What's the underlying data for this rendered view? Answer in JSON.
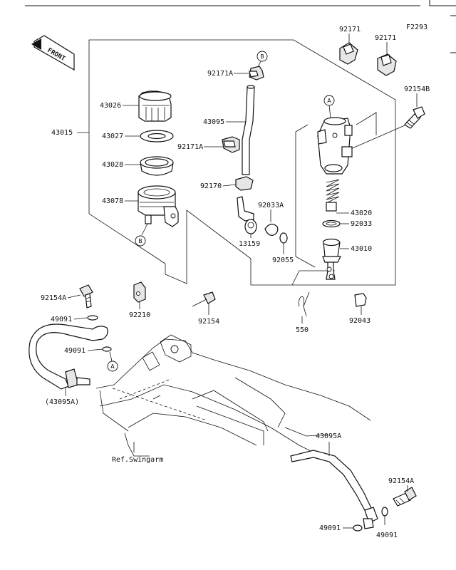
{
  "figure_code": "F2293",
  "front_label": "FRONT",
  "ref_label": "Ref.Swingarm",
  "parts": {
    "p43015": "43015",
    "p43026": "43026",
    "p43027": "43027",
    "p43028": "43028",
    "p43078": "43078",
    "p92171A_top": "92171A",
    "p43095": "43095",
    "p92171A_mid": "92171A",
    "p92170": "92170",
    "p13159": "13159",
    "p92033A": "92033A",
    "p92055": "92055",
    "p92171_a": "92171",
    "p92171_b": "92171",
    "p92154B": "92154B",
    "p43020": "43020",
    "p92033": "92033",
    "p43010": "43010",
    "p92210": "92210",
    "p92154": "92154",
    "p550": "550",
    "p92043": "92043",
    "p92154A_left": "92154A",
    "p49091_upper": "49091",
    "p49091_lower": "49091",
    "p43095A_paren": "(43095A)",
    "p43095A": "43095A",
    "p92154A_right": "92154A",
    "p49091_right_a": "49091",
    "p49091_right_b": "49091"
  },
  "callouts": {
    "b_top": "B",
    "b_bottom": "B",
    "a_top": "A",
    "a_bottom": "A"
  }
}
